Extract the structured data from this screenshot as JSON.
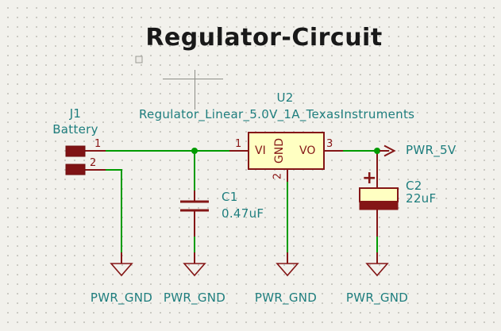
{
  "schematic": {
    "title": "Regulator-Circuit",
    "net_labels": {
      "pwr_5v": "PWR_5V"
    },
    "ground_labels": [
      "PWR_GND",
      "PWR_GND",
      "PWR_GND",
      "PWR_GND"
    ],
    "components": {
      "j1": {
        "reference": "J1",
        "value": "Battery",
        "pin_numbers": [
          "1",
          "2"
        ]
      },
      "u2": {
        "reference": "U2",
        "value": "Regulator_Linear_5.0V_1A_TexasInstruments",
        "pin_names": [
          "VI",
          "GND",
          "VO"
        ],
        "pin_numbers": [
          "1",
          "2",
          "3"
        ]
      },
      "c1": {
        "reference": "C1",
        "value": "0.47uF"
      },
      "c2": {
        "reference": "C2",
        "value": "22uF",
        "polarity_mark": "+"
      }
    },
    "colors": {
      "wire": "#009b00",
      "junction": "#009b00",
      "component_outline": "#841616",
      "component_fill": "#ffffc2",
      "field_text": "#1e7e7e",
      "pin_text": "#8a1515",
      "title_text": "#191919"
    }
  }
}
